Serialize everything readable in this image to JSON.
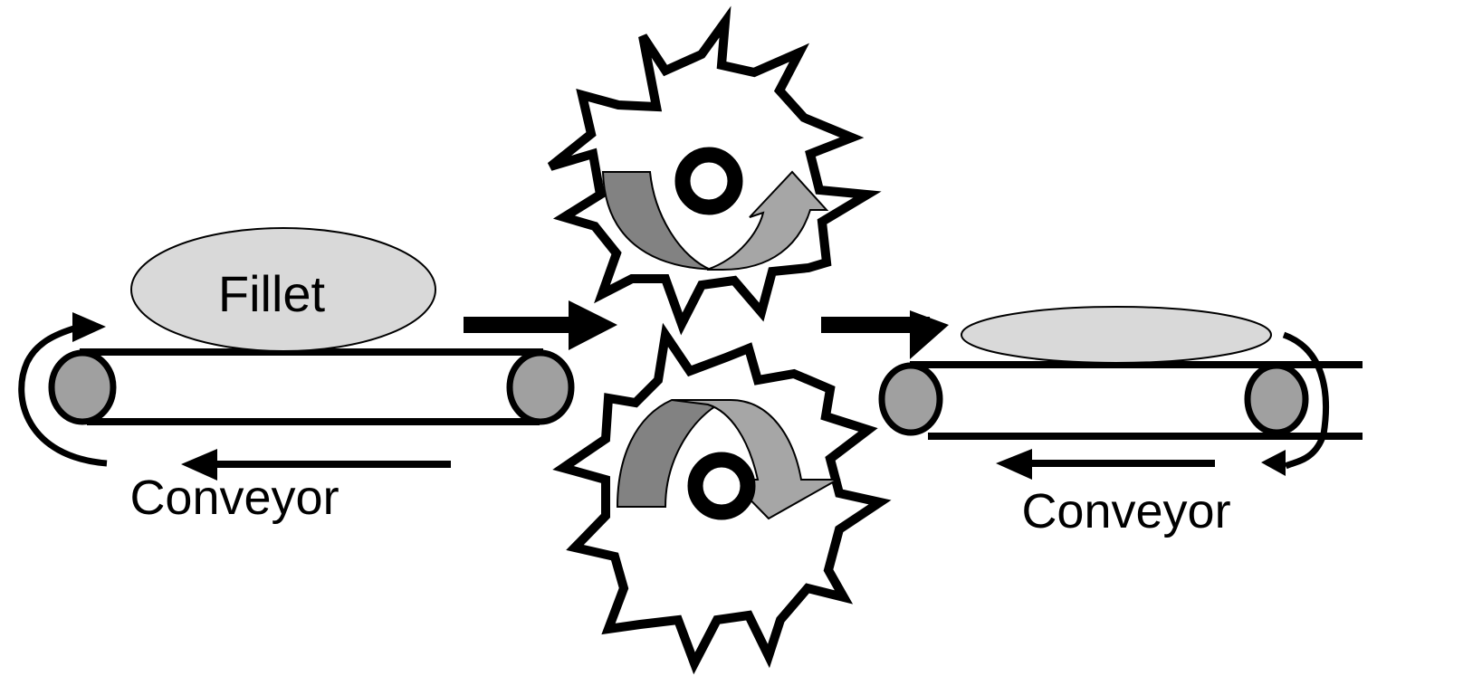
{
  "diagram": {
    "type": "process-flow",
    "description": "Fillet passing between two rotating toothed rollers, flattened, then carried away on a second conveyor",
    "colors": {
      "outline": "#000000",
      "fillet_fill": "#d9d9d9",
      "roller_fill": "#a0a0a0",
      "rotation_arrow_dark": "#828282",
      "rotation_arrow_light": "#a6a6a6",
      "background": "#ffffff"
    },
    "labels": {
      "fillet": "Fillet",
      "conveyor_left": "Conveyor",
      "conveyor_right": "Conveyor"
    },
    "nodes": [
      {
        "id": "conveyor-left",
        "label": "Conveyor"
      },
      {
        "id": "fillet-input",
        "label": "Fillet"
      },
      {
        "id": "roller-top",
        "label": ""
      },
      {
        "id": "roller-bottom",
        "label": ""
      },
      {
        "id": "fillet-output",
        "label": ""
      },
      {
        "id": "conveyor-right",
        "label": "Conveyor"
      }
    ],
    "edges": [
      {
        "from": "conveyor-left",
        "to": "roller-top/roller-bottom",
        "type": "flow-arrow"
      },
      {
        "from": "roller-top/roller-bottom",
        "to": "conveyor-right",
        "type": "flow-arrow"
      }
    ]
  }
}
